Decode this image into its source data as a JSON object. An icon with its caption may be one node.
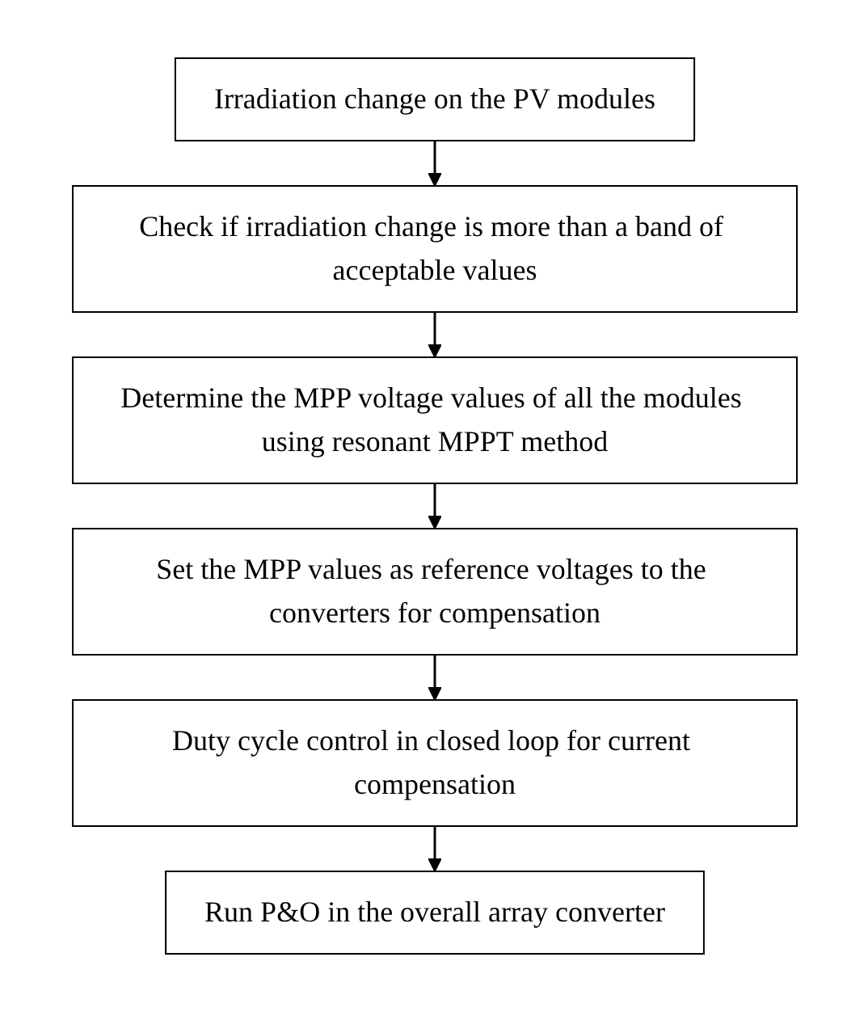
{
  "diagram": {
    "nodes": [
      {
        "text": [
          "Irradiation change on the PV modules"
        ]
      },
      {
        "text": [
          "Check if irradiation change is more than a band of acceptable values"
        ]
      },
      {
        "text": [
          "Determine the MPP voltage values of all the modules using resonant MPPT method"
        ]
      },
      {
        "text": [
          "Set the MPP values as reference voltages to the converters for compensation"
        ]
      },
      {
        "text": [
          "Duty cycle control in closed loop for current compensation"
        ]
      },
      {
        "text": [
          "Run P&O in the overall array converter"
        ]
      }
    ],
    "edges": [
      {
        "from": 0,
        "to": 1,
        "arrow": "to"
      },
      {
        "from": 1,
        "to": 2,
        "arrow": "to"
      },
      {
        "from": 2,
        "to": 3,
        "arrow": "to"
      },
      {
        "from": 3,
        "to": 4,
        "arrow": "to"
      },
      {
        "from": 4,
        "to": 5,
        "arrow": "to"
      }
    ]
  }
}
